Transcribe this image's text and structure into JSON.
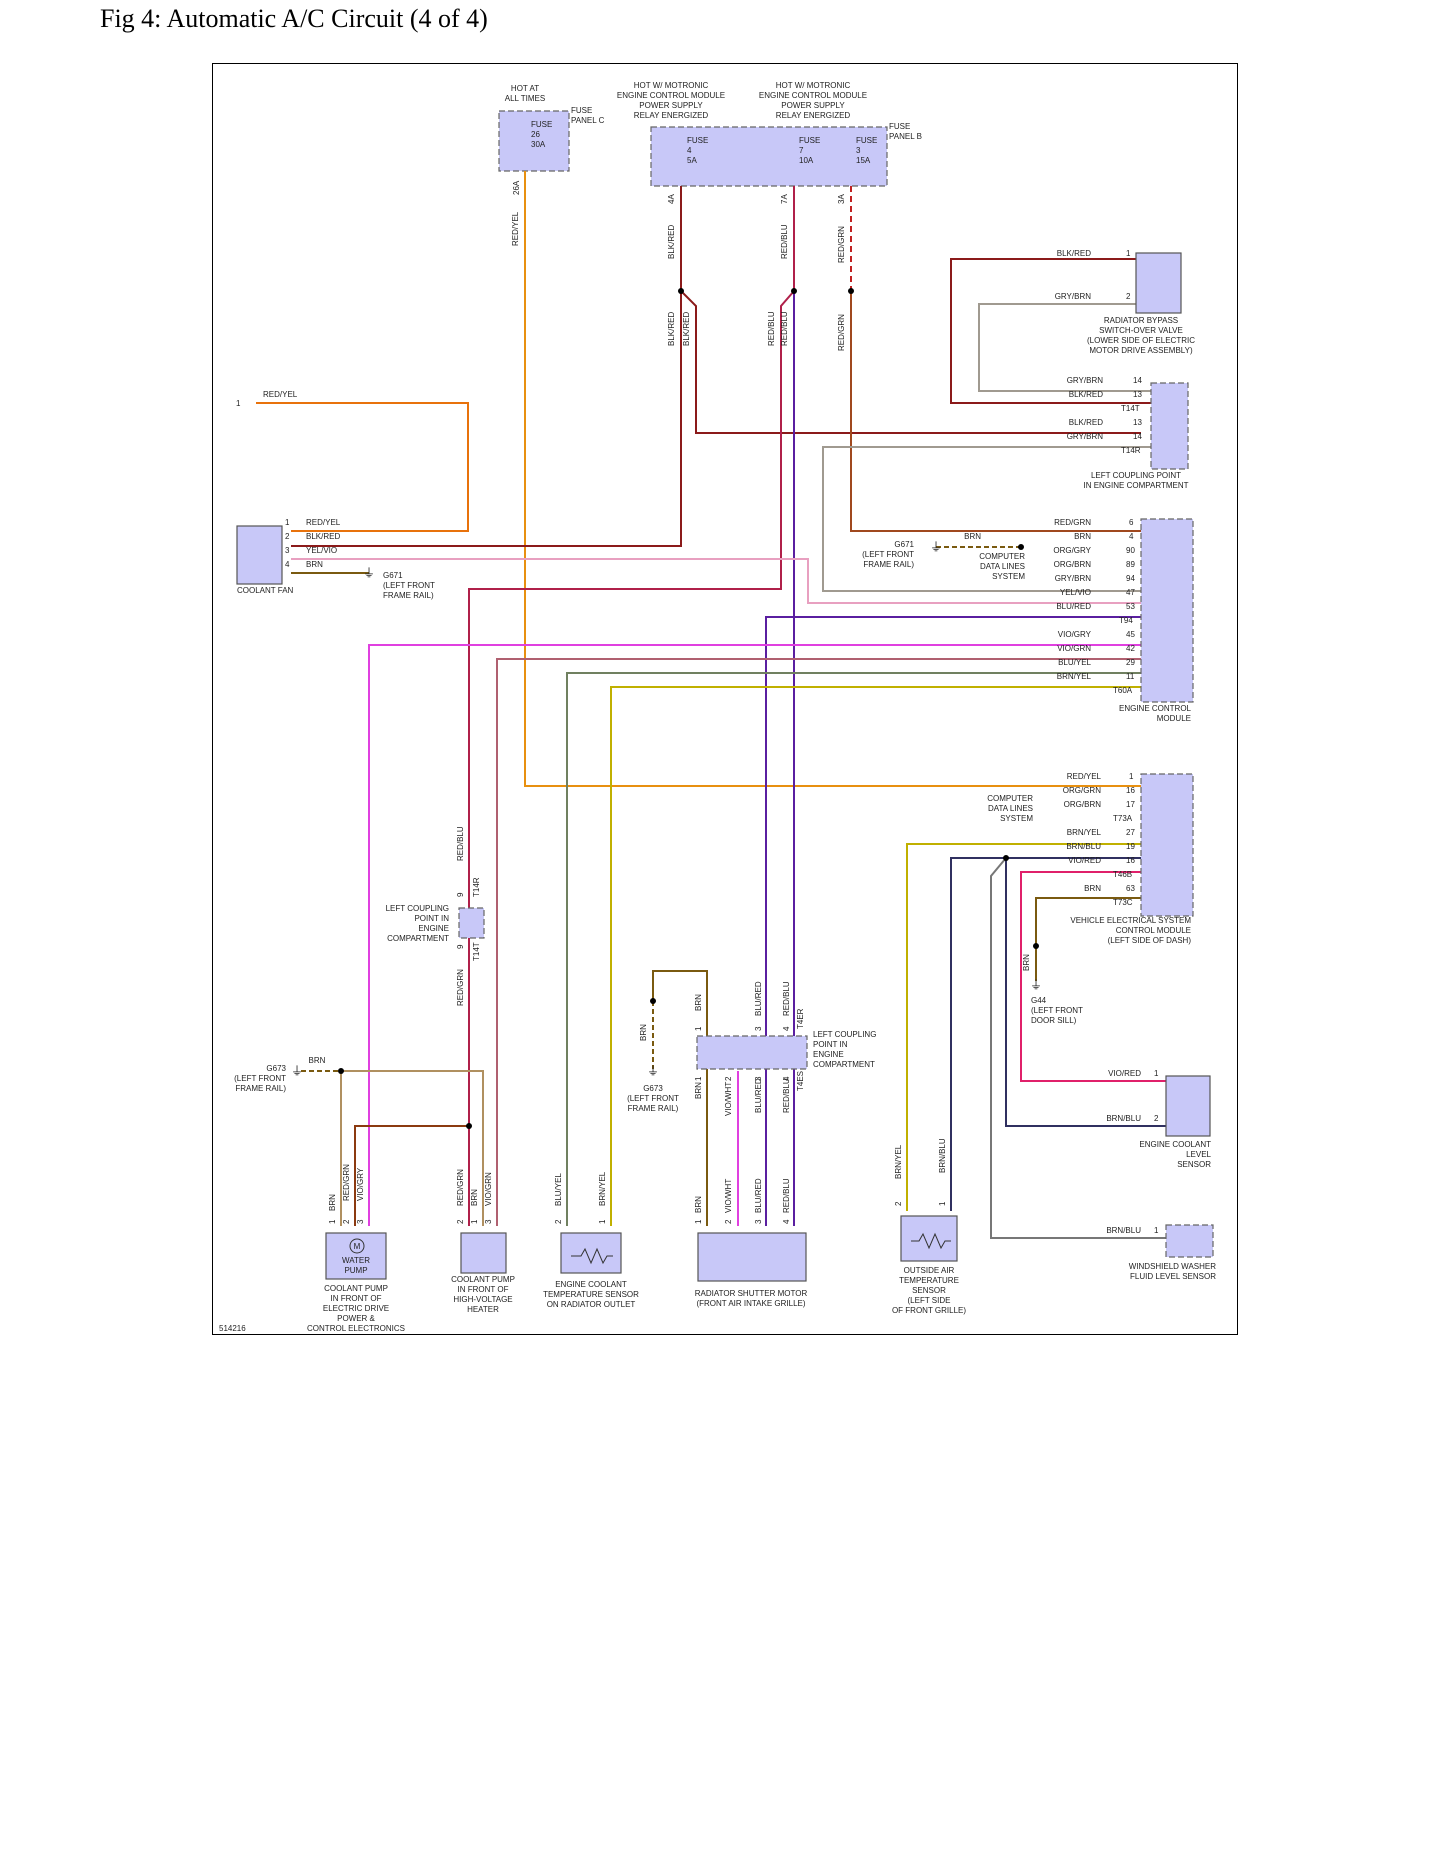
{
  "page": {
    "title": "Fig 4: Automatic A/C Circuit (4 of 4)"
  },
  "diagram_id": "514216",
  "power": {
    "hot_at_all_times": [
      "HOT AT",
      "ALL TIMES"
    ],
    "hot_motronic_a": [
      "HOT W/ MOTRONIC",
      "ENGINE CONTROL MODULE",
      "POWER SUPPLY",
      "RELAY ENERGIZED"
    ],
    "hot_motronic_b": [
      "HOT W/ MOTRONIC",
      "ENGINE CONTROL MODULE",
      "POWER SUPPLY",
      "RELAY ENERGIZED"
    ]
  },
  "fuse_panels": {
    "c": [
      "FUSE",
      "PANEL C"
    ],
    "b": [
      "FUSE",
      "PANEL B"
    ]
  },
  "fuses": [
    {
      "lines": [
        "FUSE",
        "26",
        "30A"
      ],
      "pin": "26A"
    },
    {
      "lines": [
        "FUSE",
        "4",
        "5A"
      ],
      "pin": "4A"
    },
    {
      "lines": [
        "FUSE",
        "7",
        "10A"
      ],
      "pin": "7A"
    },
    {
      "lines": [
        "FUSE",
        "3",
        "15A"
      ],
      "pin": "3A"
    }
  ],
  "components": {
    "radiator_bypass": [
      "RADIATOR BYPASS",
      "SWITCH-OVER VALVE",
      "(LOWER SIDE OF ELECTRIC",
      "MOTOR DRIVE ASSEMBLY)"
    ],
    "left_coupling_top": [
      "LEFT COUPLING POINT",
      "IN ENGINE COMPARTMENT"
    ],
    "ecm": [
      "ENGINE CONTROL",
      "MODULE"
    ],
    "coolant_fan": "COOLANT FAN",
    "vescm": [
      "VEHICLE ELECTRICAL SYSTEM",
      "CONTROL MODULE",
      "(LEFT SIDE OF DASH)"
    ],
    "left_coupling_mid": [
      "LEFT COUPLING",
      "POINT IN",
      "ENGINE",
      "COMPARTMENT"
    ],
    "left_coupling_shutter": [
      "LEFT COUPLING",
      "POINT IN",
      "ENGINE",
      "COMPARTMENT"
    ],
    "coolant_level": [
      "ENGINE COOLANT",
      "LEVEL",
      "SENSOR"
    ],
    "washer_fluid": [
      "WINDSHIELD WASHER",
      "FLUID LEVEL SENSOR"
    ],
    "water_pump": [
      "WATER",
      "PUMP"
    ],
    "coolant_pump_electric": [
      "COOLANT PUMP",
      "IN FRONT OF",
      "ELECTRIC DRIVE",
      "POWER &",
      "CONTROL ELECTRONICS"
    ],
    "coolant_pump_heater": [
      "COOLANT PUMP",
      "IN FRONT OF",
      "HIGH-VOLTAGE",
      "HEATER"
    ],
    "coolant_temp": [
      "ENGINE COOLANT",
      "TEMPERATURE SENSOR",
      "ON RADIATOR OUTLET"
    ],
    "shutter_motor": [
      "RADIATOR SHUTTER MOTOR",
      "(FRONT AIR INTAKE GRILLE)"
    ],
    "outside_air": [
      "OUTSIDE AIR",
      "TEMPERATURE",
      "SENSOR",
      "(LEFT SIDE",
      "OF FRONT GRILLE)"
    ]
  },
  "grounds": {
    "g671_fan": [
      "G671",
      "(LEFT FRONT",
      "FRAME RAIL)"
    ],
    "g671_ecm": [
      "G671",
      "(LEFT FRONT",
      "FRAME RAIL)"
    ],
    "g673_left": [
      "G673",
      "(LEFT FRONT",
      "FRAME RAIL)"
    ],
    "g673_mid": [
      "G673",
      "(LEFT FRONT",
      "FRAME RAIL)"
    ],
    "g44": [
      "G44",
      "(LEFT FRONT",
      "DOOR SILL)"
    ]
  },
  "data_lines": [
    "COMPUTER",
    "DATA LINES",
    "SYSTEM"
  ],
  "connectors": {
    "t14t": "T14T",
    "t14r": "T14R",
    "t94": "T94",
    "t60a": "T60A",
    "t73a": "T73A",
    "t46b": "T46B",
    "t73c": "T73C",
    "t4er": "T4ER",
    "t4es": "T4ES"
  },
  "wires": {
    "red_yel": "RED/YEL",
    "blk_red": "BLK/RED",
    "red_blu": "RED/BLU",
    "red_grn": "RED/GRN",
    "gry_brn": "GRY/BRN",
    "brn": "BRN",
    "yel_vio": "YEL/VIO",
    "org_gry": "ORG/GRY",
    "org_brn": "ORG/BRN",
    "org_grn": "ORG/GRN",
    "blu_red": "BLU/RED",
    "vio_gry": "VIO/GRY",
    "vio_grn": "VIO/GRN",
    "blu_yel": "BLU/YEL",
    "brn_yel": "BRN/YEL",
    "brn_blu": "BRN/BLU",
    "vio_red": "VIO/RED",
    "vio_wht": "VIO/WHT"
  },
  "pins": {
    "one": "1",
    "two": "2",
    "three": "3",
    "four": "4",
    "six": "6",
    "nine": "9",
    "eleven": "11",
    "thirteen": "13",
    "fourteen": "14",
    "sixteen": "16",
    "seventeen": "17",
    "nineteen": "19",
    "twentyseven": "27",
    "twentynine": "29",
    "fortytwo": "42",
    "fortyfive": "45",
    "fortyseven": "47",
    "fiftythree": "53",
    "sixtythree": "63",
    "eightynine": "89",
    "ninety": "90",
    "ninetyfour": "94"
  },
  "colors": {
    "red_yel": "#e8720c",
    "blk_red": "#8b1a1a",
    "red_blu": "#b0204a",
    "red_grn": "#a0481e",
    "gry_brn": "#a09080",
    "yel": "#d4b800",
    "vio": "#e040e0",
    "blu": "#5a1fa0",
    "brn": "#7a5a10",
    "brn_blu": "#303060",
    "component_fill": "#c8c8f8"
  }
}
